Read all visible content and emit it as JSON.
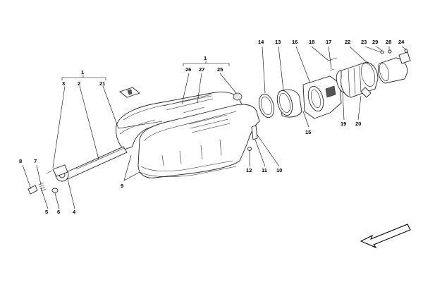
{
  "callouts": {
    "c1a": "1",
    "c1b": "1",
    "c2": "2",
    "c3": "3",
    "c4": "4",
    "c5": "5",
    "c6": "6",
    "c7": "7",
    "c8": "8",
    "c9": "9",
    "c10": "10",
    "c11": "11",
    "c12": "12",
    "c13": "13",
    "c14": "14",
    "c15": "15",
    "c16": "16",
    "c17": "17",
    "c18": "18",
    "c19": "19",
    "c20": "20",
    "c21": "21",
    "c22": "22",
    "c23": "23",
    "c24": "24",
    "c25": "25",
    "c26": "26",
    "c27": "27",
    "c28": "28",
    "c29": "29"
  },
  "icons": {
    "direction_arrow": "front-direction-arrow-icon"
  }
}
